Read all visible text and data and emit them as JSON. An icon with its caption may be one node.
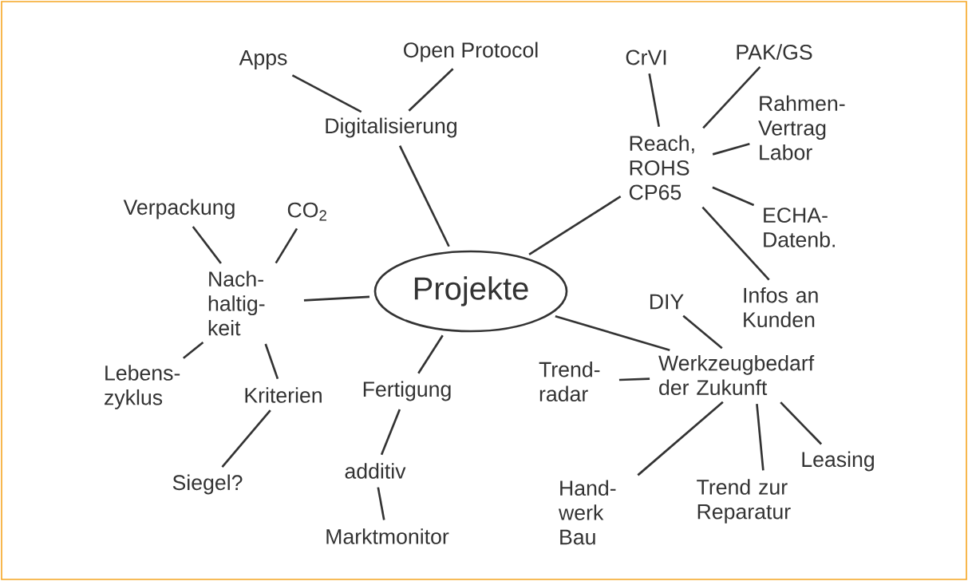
{
  "diagram": {
    "nodes": [
      {
        "text": [
          "Projekte"
        ]
      },
      {
        "text": [
          "Digitalisierung"
        ]
      },
      {
        "text": [
          "Apps"
        ]
      },
      {
        "text": [
          "Open Protocol"
        ]
      },
      {
        "text": [
          "Reach, ROHS CP65"
        ]
      },
      {
        "text": [
          "CrVI"
        ]
      },
      {
        "text": [
          "PAK/GS"
        ]
      },
      {
        "text": [
          "Rahmen- Vertrag Labor"
        ]
      },
      {
        "text": [
          "ECHA- Datenb."
        ]
      },
      {
        "text": [
          "Infos an Kunden"
        ]
      },
      {
        "text": [
          "Nach- haltig- keit"
        ]
      },
      {
        "text": [
          "Verpackung"
        ]
      },
      {
        "text": [
          "CO$_{2}$"
        ]
      },
      {
        "text": [
          "Lebens- zyklus"
        ]
      },
      {
        "text": [
          "Kriterien"
        ]
      },
      {
        "text": [
          "Siegel?"
        ]
      },
      {
        "text": [
          "Fertigung"
        ]
      },
      {
        "text": [
          "additiv"
        ]
      },
      {
        "text": [
          "Marktmonitor"
        ]
      },
      {
        "text": [
          "DIY"
        ]
      },
      {
        "text": [
          "Werkzeugbedarf der Zukunft"
        ]
      },
      {
        "text": [
          "Trend- radar"
        ]
      },
      {
        "text": [
          "Hand- werk Bau"
        ]
      },
      {
        "text": [
          "Trend zur Reparatur"
        ]
      },
      {
        "text": [
          "Leasing"
        ]
      }
    ],
    "edges": [
      {
        "from": 0,
        "to": 1,
        "arrow": "none"
      },
      {
        "from": 1,
        "to": 2,
        "arrow": "none"
      },
      {
        "from": 1,
        "to": 3,
        "arrow": "none"
      },
      {
        "from": 0,
        "to": 4,
        "arrow": "none"
      },
      {
        "from": 4,
        "to": 5,
        "arrow": "none"
      },
      {
        "from": 4,
        "to": 6,
        "arrow": "none"
      },
      {
        "from": 4,
        "to": 7,
        "arrow": "none"
      },
      {
        "from": 4,
        "to": 8,
        "arrow": "none"
      },
      {
        "from": 4,
        "to": 9,
        "arrow": "none"
      },
      {
        "from": 0,
        "to": 10,
        "arrow": "none"
      },
      {
        "from": 10,
        "to": 11,
        "arrow": "none"
      },
      {
        "from": 10,
        "to": 12,
        "arrow": "none"
      },
      {
        "from": 10,
        "to": 13,
        "arrow": "none"
      },
      {
        "from": 10,
        "to": 14,
        "arrow": "none"
      },
      {
        "from": 14,
        "to": 15,
        "arrow": "none"
      },
      {
        "from": 0,
        "to": 16,
        "arrow": "none"
      },
      {
        "from": 16,
        "to": 17,
        "arrow": "none"
      },
      {
        "from": 17,
        "to": 18,
        "arrow": "none"
      },
      {
        "from": 0,
        "to": 20,
        "arrow": "none"
      },
      {
        "from": 20,
        "to": 19,
        "arrow": "none"
      },
      {
        "from": 20,
        "to": 21,
        "arrow": "none"
      },
      {
        "from": 20,
        "to": 22,
        "arrow": "none"
      },
      {
        "from": 20,
        "to": 23,
        "arrow": "none"
      },
      {
        "from": 20,
        "to": 24,
        "arrow": "none"
      }
    ]
  }
}
